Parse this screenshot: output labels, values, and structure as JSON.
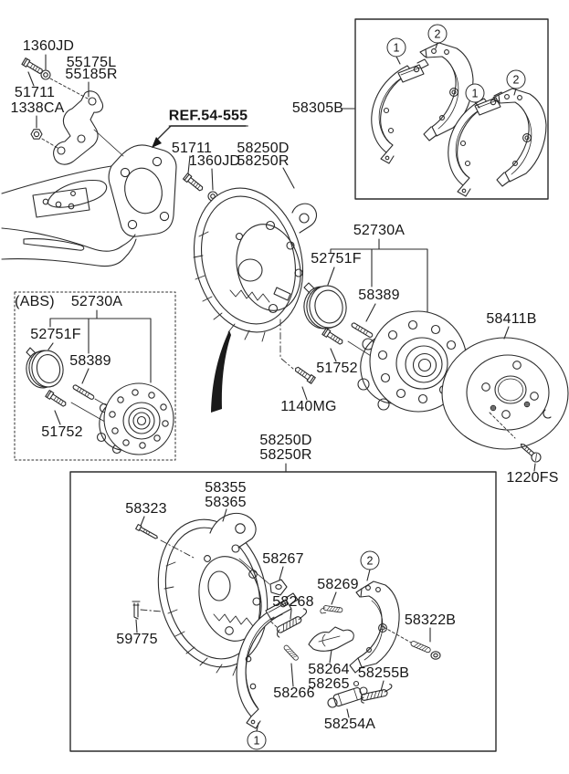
{
  "colors": {
    "background": "#ffffff",
    "line": "#2b2b2b",
    "text": "#161616"
  },
  "labels": [
    {
      "id": "1360jd-top",
      "text": "1360JD"
    },
    {
      "id": "51711-top",
      "text": "51711"
    },
    {
      "id": "55175l",
      "text": "55175L"
    },
    {
      "id": "55185r",
      "text": "55185R"
    },
    {
      "id": "1338ca",
      "text": "1338CA"
    },
    {
      "id": "ref-note",
      "text": "REF.54-555"
    },
    {
      "id": "51711-center",
      "text": "51711"
    },
    {
      "id": "1360jd-center",
      "text": "1360JD"
    },
    {
      "id": "58250d-top",
      "text": "58250D"
    },
    {
      "id": "58250r-top",
      "text": "58250R"
    },
    {
      "id": "58305b",
      "text": "58305B"
    },
    {
      "id": "52730a-right",
      "text": "52730A"
    },
    {
      "id": "52751f-right",
      "text": "52751F"
    },
    {
      "id": "58389-right",
      "text": "58389"
    },
    {
      "id": "51752-right",
      "text": "51752"
    },
    {
      "id": "58411b",
      "text": "58411B"
    },
    {
      "id": "1140mg",
      "text": "1140MG"
    },
    {
      "id": "1220fs",
      "text": "1220FS"
    },
    {
      "id": "abs-note",
      "text": "(ABS)"
    },
    {
      "id": "52730a-abs",
      "text": "52730A"
    },
    {
      "id": "52751f-abs",
      "text": "52751F"
    },
    {
      "id": "58389-abs",
      "text": "58389"
    },
    {
      "id": "51752-abs",
      "text": "51752"
    },
    {
      "id": "58250d-bottom",
      "text": "58250D"
    },
    {
      "id": "58250r-bottom",
      "text": "58250R"
    },
    {
      "id": "58355",
      "text": "58355"
    },
    {
      "id": "58365",
      "text": "58365"
    },
    {
      "id": "58323",
      "text": "58323"
    },
    {
      "id": "58267",
      "text": "58267"
    },
    {
      "id": "58268",
      "text": "58268"
    },
    {
      "id": "58269",
      "text": "58269"
    },
    {
      "id": "58322b",
      "text": "58322B"
    },
    {
      "id": "58264",
      "text": "58264"
    },
    {
      "id": "58265",
      "text": "58265"
    },
    {
      "id": "58266",
      "text": "58266"
    },
    {
      "id": "58255b",
      "text": "58255B"
    },
    {
      "id": "58254a",
      "text": "58254A"
    },
    {
      "id": "59775",
      "text": "59775"
    }
  ],
  "markers": [
    {
      "value": "1"
    },
    {
      "value": "2"
    },
    {
      "value": "1"
    },
    {
      "value": "2"
    },
    {
      "value": "2"
    },
    {
      "value": "1"
    }
  ]
}
